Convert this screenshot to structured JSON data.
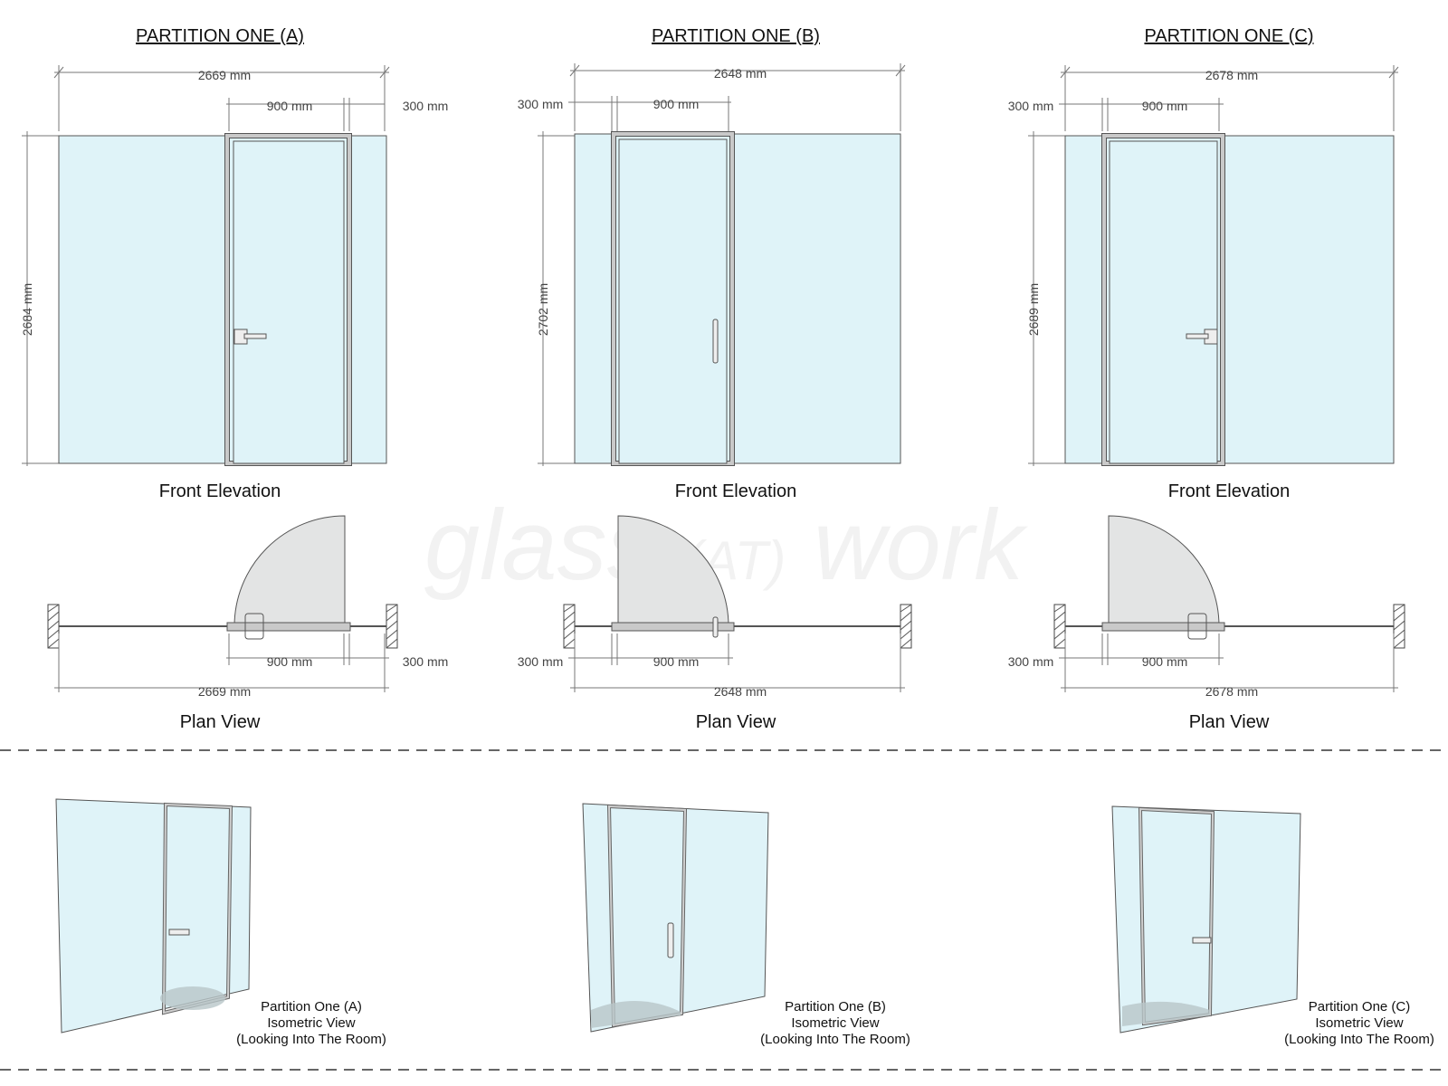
{
  "partitions": [
    {
      "title": "PARTITION ONE (A)",
      "total_width": "2669 mm",
      "door_width": "900 mm",
      "panel_width": "300 mm",
      "height": "2684 mm",
      "front_caption": "Front Elevation",
      "plan_caption": "Plan View",
      "iso_caption": [
        "Partition One (A)",
        "Isometric View",
        "(Looking Into The Room)"
      ]
    },
    {
      "title": "PARTITION ONE (B)",
      "total_width": "2648 mm",
      "door_width": "900 mm",
      "panel_width": "300 mm",
      "height": "2702 mm",
      "front_caption": "Front Elevation",
      "plan_caption": "Plan View",
      "iso_caption": [
        "Partition One (B)",
        "Isometric View",
        "(Looking Into The Room)"
      ]
    },
    {
      "title": "PARTITION ONE (C)",
      "total_width": "2678 mm",
      "door_width": "900 mm",
      "panel_width": "300 mm",
      "height": "2689 mm",
      "front_caption": "Front Elevation",
      "plan_caption": "Plan View",
      "iso_caption": [
        "Partition One (C)",
        "Isometric View",
        "(Looking Into The Room)"
      ]
    }
  ],
  "watermark": "glass AT work",
  "colors": {
    "glass": "#dff3f8",
    "frame": "#c9c9c9",
    "line": "#555555",
    "swing": "#e3e4e4"
  }
}
